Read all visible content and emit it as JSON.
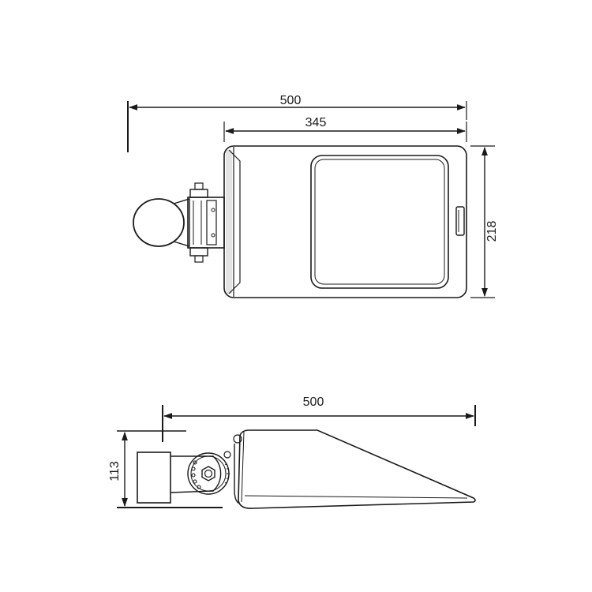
{
  "top_view": {
    "dimensions": {
      "overall_length": "500",
      "body_length": "345",
      "width": "218"
    }
  },
  "side_view": {
    "dimensions": {
      "overall_length": "500",
      "height": "113"
    }
  },
  "colors": {
    "line": "#1a1a1a",
    "background": "#ffffff"
  }
}
